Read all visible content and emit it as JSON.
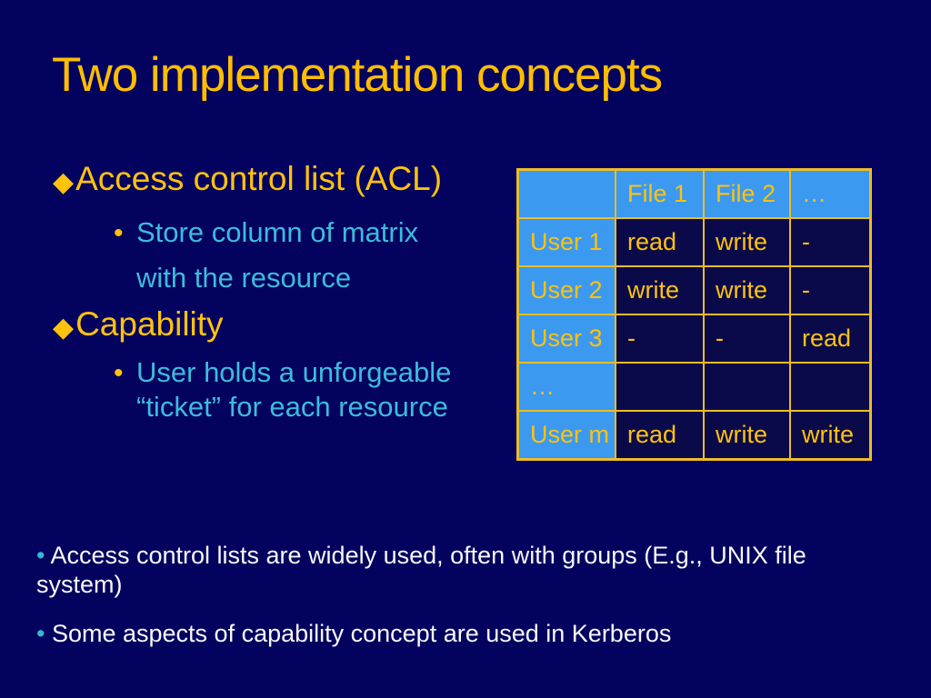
{
  "slide": {
    "title": "Two implementation concepts",
    "bullets": [
      {
        "label": "Access control list (ACL)",
        "sub_lines": [
          "Store column of matrix",
          "with the resource"
        ]
      },
      {
        "label": "Capability",
        "sub_lines": [
          "User holds a unforgeable",
          "“ticket” for each resource"
        ]
      }
    ]
  },
  "table": {
    "headers": [
      "",
      "File 1",
      "File 2",
      "…"
    ],
    "rows": [
      {
        "label": "User 1",
        "cells": [
          "read",
          "write",
          "-"
        ]
      },
      {
        "label": "User 2",
        "cells": [
          "write",
          "write",
          "-"
        ]
      },
      {
        "label": "User 3",
        "cells": [
          "-",
          "-",
          "read"
        ]
      },
      {
        "label": "…",
        "cells": [
          "",
          "",
          ""
        ]
      },
      {
        "label": "User m",
        "cells": [
          "read",
          "write",
          "write"
        ]
      }
    ]
  },
  "notes": [
    "Access control lists are widely used, often with groups (E.g., UNIX file system)",
    "Some aspects of capability concept are used in Kerberos"
  ],
  "icons": {
    "diamond_bullet": "◆",
    "round_bullet": "•",
    "note_bullet": "•"
  },
  "colors": {
    "background": "#03025f",
    "gold_text": "#ffc20e",
    "gold_border": "#edbd23",
    "title_gold": "#ffbe00",
    "cyan_text": "#3cbcdc",
    "header_blue": "#3b99f0",
    "cell_navy": "#0a0a4a",
    "note_white": "#f8f8f8",
    "note_bullet_cyan": "#35b8ce"
  }
}
